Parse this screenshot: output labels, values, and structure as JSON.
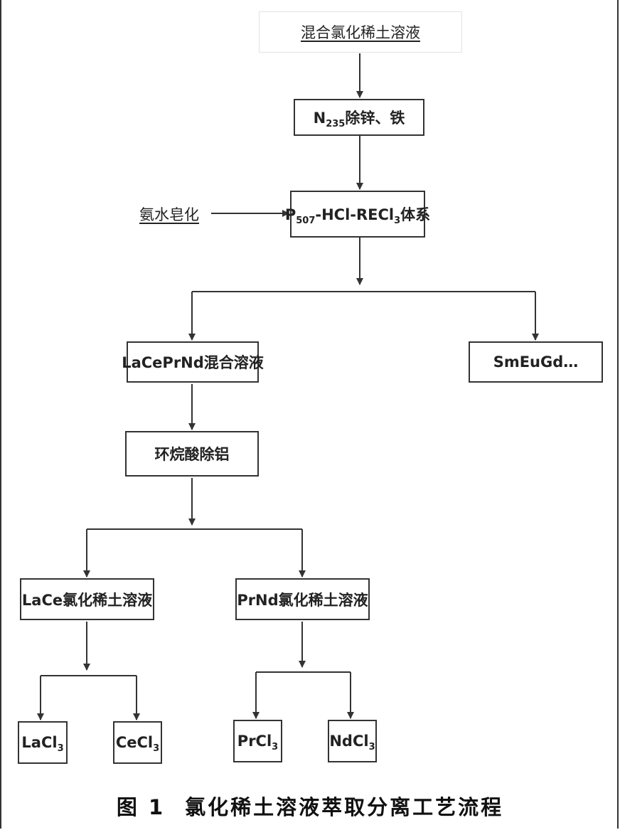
{
  "nodes": {
    "mixed_solution": "混合氯化稀土溶液",
    "n235": {
      "main": "N",
      "sub": "235",
      "rest": "除锌、铁"
    },
    "ammonia": "氨水皂化",
    "p507": {
      "p": "P",
      "sub1": "507",
      "mid": "-HCl-RECl",
      "sub2": "3",
      "rest": "体系"
    },
    "lacepr": "LaCePrNd混合溶液",
    "smeu": "SmEuGd…",
    "naphthenic": "环烷酸除铝",
    "lace": "LaCe氯化稀土溶液",
    "prnd": "PrNd氯化稀土溶液",
    "lacl3": {
      "main": "LaCl",
      "sub": "3"
    },
    "cecl3": {
      "main": "CeCl",
      "sub": "3"
    },
    "prcl3": {
      "main": "PrCl",
      "sub": "3"
    },
    "ndcl3": {
      "main": "NdCl",
      "sub": "3"
    }
  },
  "caption": {
    "figure": "图 1",
    "title": "氯化稀土溶液萃取分离工艺流程"
  },
  "colors": {
    "line": "#333333",
    "border": "#333333"
  }
}
